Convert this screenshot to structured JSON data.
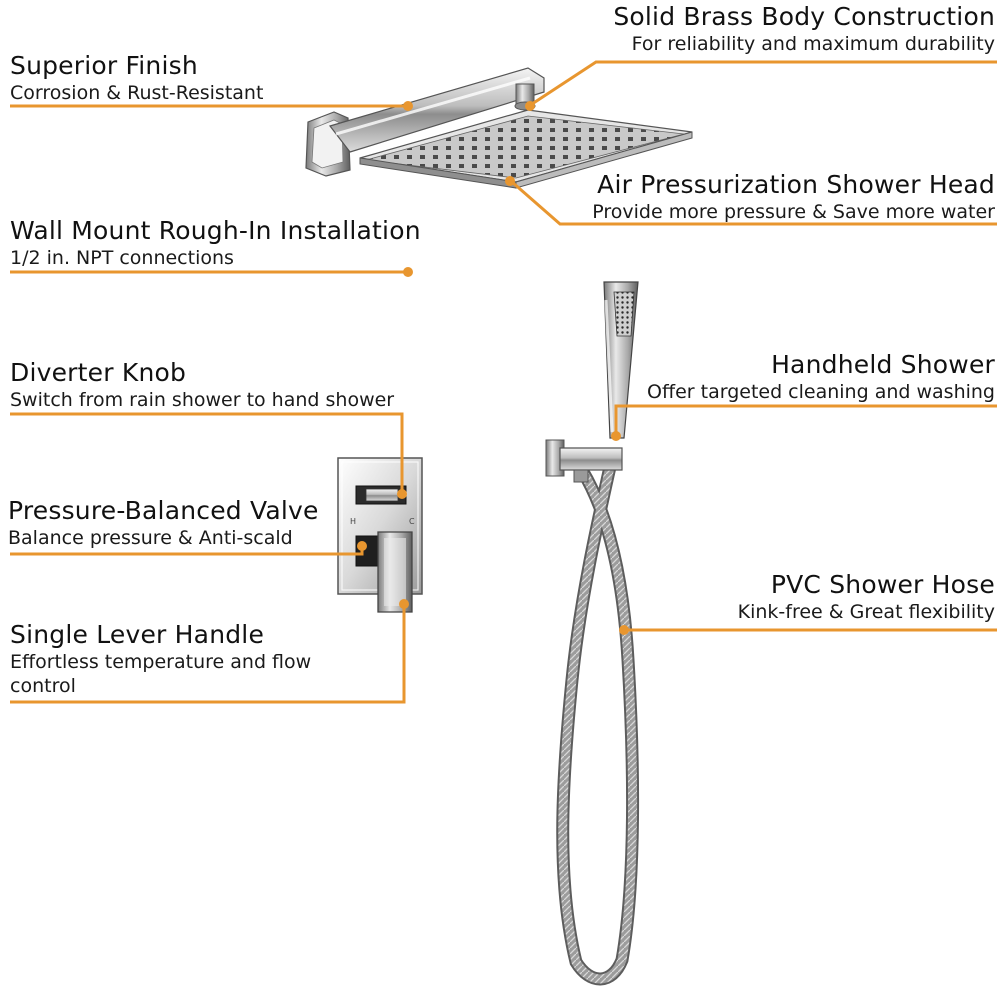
{
  "accent_color": "#e8962f",
  "features": {
    "superior_finish": {
      "title": "Superior Finish",
      "desc": "Corrosion & Rust-Resistant"
    },
    "solid_brass": {
      "title": "Solid Brass Body Construction",
      "desc": "For reliability and maximum durability"
    },
    "air_pressurization": {
      "title": "Air Pressurization Shower Head",
      "desc": "Provide more pressure & Save more water"
    },
    "wall_mount": {
      "title": "Wall Mount Rough-In Installation",
      "desc": "1/2 in. NPT connections"
    },
    "diverter_knob": {
      "title": "Diverter Knob",
      "desc": "Switch from rain shower to hand shower"
    },
    "handheld_shower": {
      "title": "Handheld Shower",
      "desc": "Offer targeted cleaning and washing"
    },
    "pressure_valve": {
      "title": "Pressure-Balanced Valve",
      "desc": "Balance pressure & Anti-scald"
    },
    "pvc_hose": {
      "title": "PVC Shower Hose",
      "desc": "Kink-free & Great flexibility"
    },
    "single_lever": {
      "title": "Single Lever Handle",
      "desc": "Effortless temperature and  flow control"
    }
  },
  "valve_marks": {
    "hot": "H",
    "cold": "C"
  }
}
